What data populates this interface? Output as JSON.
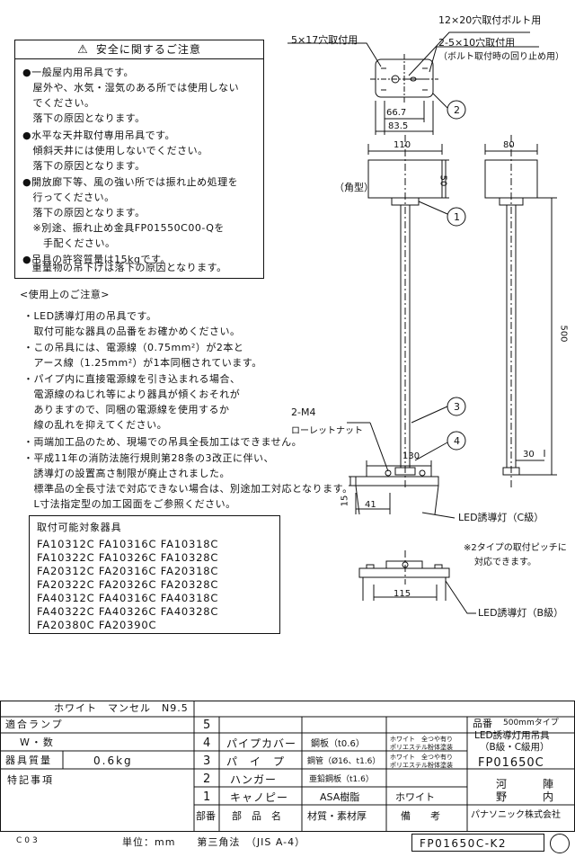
{
  "warning": {
    "title": "安全に関するご注意",
    "lines": [
      "●一般屋内用吊具です。",
      "　屋外や、水気・湿気のある所では使用しない",
      "　でください。",
      "　落下の原因となります。",
      "●水平な天井取付専用吊具です。",
      "　傾斜天井には使用しないでください。",
      "　落下の原因となります。",
      "●開放廊下等、風の強い所では振れ止め処理を",
      "　行ってください。",
      "　落下の原因となります。",
      "　※別途、振れ止め金具FP01550C00-Qを",
      "　　手配ください。",
      "●吊具の許容質量は15kgです。",
      "　重量物の吊下げは落下の原因となります。"
    ]
  },
  "usage": {
    "title": "<使用上のご注意>",
    "lines": [
      "・LED誘導灯用の吊具です。",
      "　取付可能な器具の品番をお確かめください。",
      "・この吊具には、電源線（0.75mm²）が2本と",
      "　アース線（1.25mm²）が1本同梱されています。",
      "・パイプ内に直接電源線を引き込まれる場合、",
      "　電源線のねじれ等により器具が傾くおそれが",
      "　ありますので、同梱の電源線を使用するか",
      "　線の乱れを抑えてください。",
      "・両端加工品のため、現場での吊具全長加工はできません。",
      "・平成11年の消防法施行規則第28条の3改正に伴い、",
      "　誘導灯の設置高さ制限が廃止されました。",
      "　標準品の全長寸法で対応できない場合は、別途加工対応となります。",
      "　L寸法指定型の加工図面をご参照ください。"
    ]
  },
  "lamps": {
    "title": "取付可能対象器具",
    "rows": [
      "FA10312C  FA10316C  FA10318C",
      "FA10322C  FA10326C  FA10328C",
      "FA20312C  FA20316C  FA20318C",
      "FA20322C  FA20326C  FA20328C",
      "FA40312C  FA40316C  FA40318C",
      "FA40322C  FA40326C  FA40328C",
      "FA20380C  FA20390C"
    ]
  },
  "drawing": {
    "top_hole1": "12×20穴取付ボルト用",
    "top_hole2": "5×17穴取付用",
    "top_hole3": "2-5×10穴取付用",
    "top_hole3_note": "（ボルト取付時の回り止め用）",
    "dim_66_7": "66.7",
    "dim_83_5": "83.5",
    "dim_110": "110",
    "dim_80": "80",
    "dim_50": "50",
    "dim_500": "500",
    "dim_130": "130",
    "dim_30": "30",
    "dim_15": "15",
    "dim_41": "41",
    "dim_115": "115",
    "label_square": "（角型）",
    "label_m4": "2-M4",
    "label_nut": "ローレットナット",
    "label_c": "LED誘導灯（C級）",
    "label_b": "LED誘導灯（B級）",
    "note_pitch_1": "※2タイプの取付ピッチに",
    "note_pitch_2": "対応できます。",
    "callouts": [
      "1",
      "2",
      "3",
      "4"
    ]
  },
  "table": {
    "color": "ホワイト　マンセル　N9.5",
    "applicable_lamp": "適合ランプ",
    "watts": "W・数",
    "mass_label": "器具質量",
    "mass_value": "0.6kg",
    "special": "特記事項",
    "parts": [
      {
        "no": "5",
        "name": "",
        "material": "",
        "note": ""
      },
      {
        "no": "4",
        "name": "パイプカバー",
        "material": "鋼板（t0.6）",
        "note": "ホワイト　全つや有り\nポリエステル粉体塗装"
      },
      {
        "no": "3",
        "name": "パ　イ　プ",
        "material": "鋼管（Ø16、t1.6）",
        "note": "ホワイト　全つや有り\nポリエステル粉体塗装"
      },
      {
        "no": "2",
        "name": "ハンガー",
        "material": "亜鉛鋼板（t1.6）",
        "note": ""
      },
      {
        "no": "1",
        "name": "キャノピー",
        "material": "ASA樹脂",
        "note": "ホワイト"
      }
    ],
    "hdr_no": "部番",
    "hdr_name": "部　品　名",
    "hdr_mat": "材質・素材厚",
    "hdr_note": "備　　考",
    "product_label": "品番",
    "product_type": "500mmタイプ",
    "product_desc1": "LED誘導灯用吊具",
    "product_desc2": "（B級・C級用）",
    "product_no": "FP01650C",
    "sign1": "河",
    "sign2": "陣",
    "sign3": "野",
    "sign4": "内",
    "company": "パナソニック株式会社"
  },
  "footer": {
    "code": "C03",
    "unit": "単位：mm　　第三角法　（JIS A-4）",
    "drawing_no": "FP01650C-K2"
  }
}
